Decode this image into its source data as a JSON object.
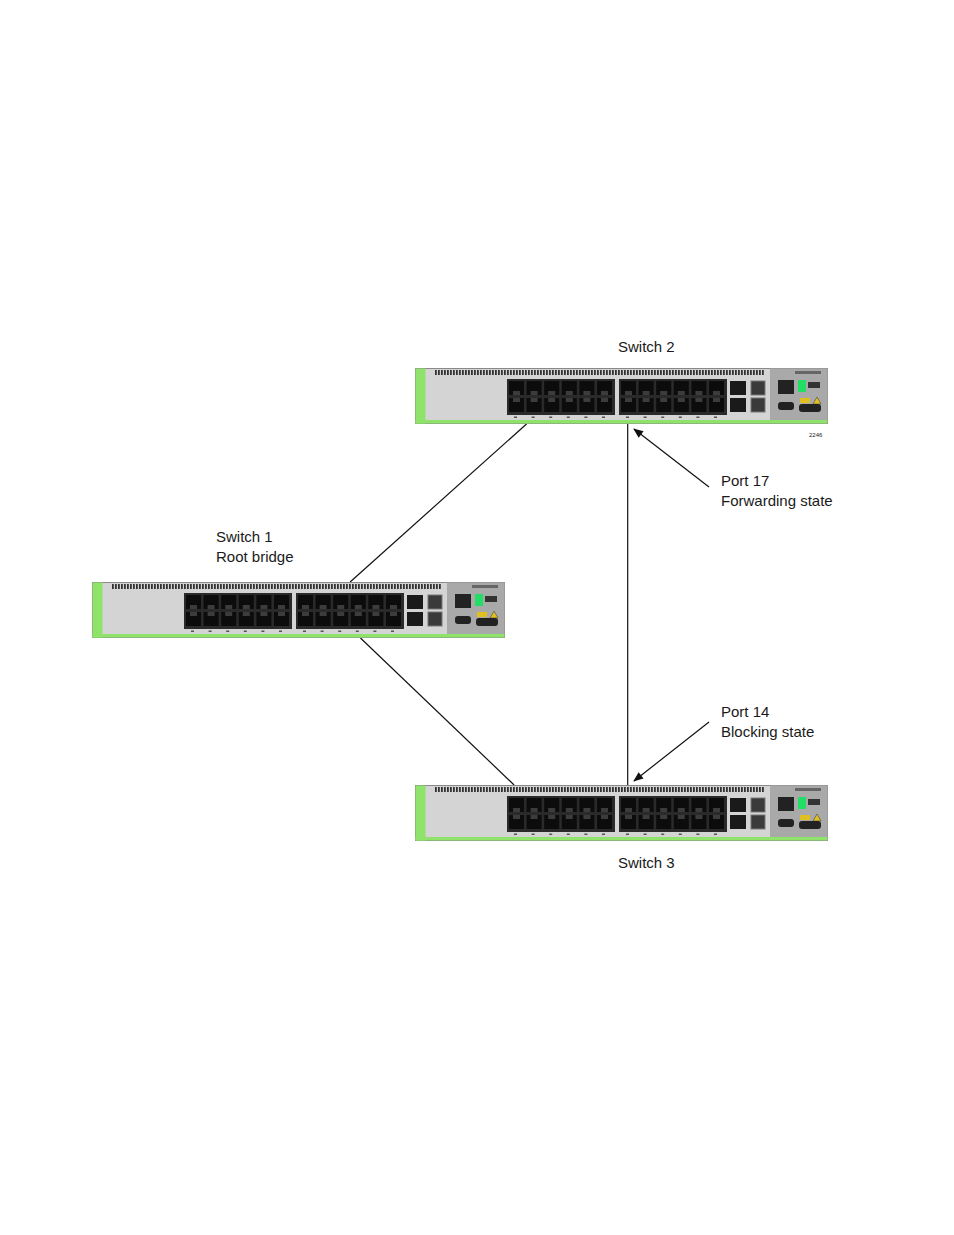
{
  "diagram": {
    "nodes": [
      {
        "text": [
          "Switch 2"
        ]
      },
      {
        "text": [
          "Switch 1 Root bridge"
        ]
      },
      {
        "text": [
          "Switch 3"
        ]
      }
    ],
    "edges": [
      {
        "from": 1,
        "to": 0,
        "arrow": "none"
      },
      {
        "from": 1,
        "to": 2,
        "arrow": "none"
      },
      {
        "from": 0,
        "to": 2,
        "arrow": "none"
      }
    ],
    "labels": [
      "Port 17 Forwarding state",
      "Port 14 Blocking state",
      "2246"
    ]
  }
}
